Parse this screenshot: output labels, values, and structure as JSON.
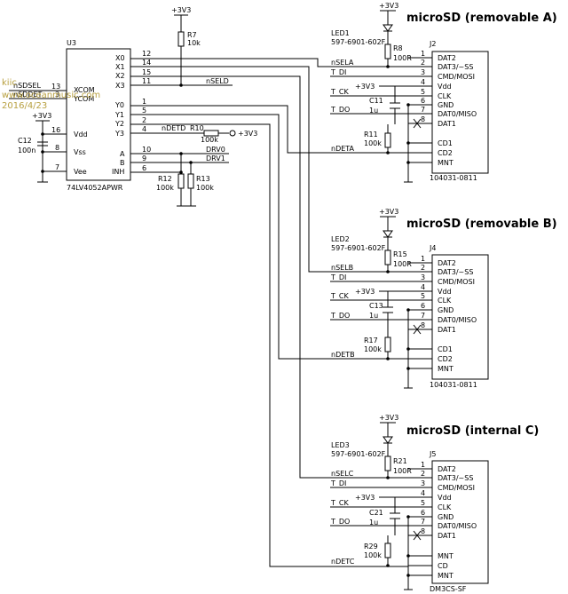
{
  "titles": {
    "a": "microSD (removable A)",
    "b": "microSD (removable B)",
    "c": "microSD (internal C)"
  },
  "watermark": {
    "line1": "kiic",
    "line2": "www.oceanmusic.com",
    "line3": "2016/4/23"
  },
  "power_label": "+3V3",
  "mux": {
    "ref": "U3",
    "part": "74LV4052APWR",
    "right_pins": [
      {
        "num": "12",
        "name": "X0"
      },
      {
        "num": "14",
        "name": "X1"
      },
      {
        "num": "15",
        "name": "X2"
      },
      {
        "num": "11",
        "name": "X3"
      },
      {
        "num": "1",
        "name": "Y0"
      },
      {
        "num": "5",
        "name": "Y1"
      },
      {
        "num": "2",
        "name": "Y2"
      },
      {
        "num": "4",
        "name": "Y3"
      },
      {
        "num": "10",
        "name": "A"
      },
      {
        "num": "9",
        "name": "B"
      },
      {
        "num": "6",
        "name": "INH"
      }
    ],
    "left_pins": [
      {
        "num": "13",
        "name": "XCOM",
        "net": "nSDSEL"
      },
      {
        "num": "3",
        "name": "YCOM",
        "net": "nSDDET"
      },
      {
        "num": "16",
        "name": "Vdd",
        "net": ""
      },
      {
        "num": "8",
        "name": "Vss",
        "net": ""
      },
      {
        "num": "7",
        "name": "Vee",
        "net": ""
      }
    ]
  },
  "parts": {
    "r7": {
      "ref": "R7",
      "value": "10k"
    },
    "r10": {
      "ref": "R10",
      "value": "100k"
    },
    "r12": {
      "ref": "R12",
      "value": "100k"
    },
    "r13": {
      "ref": "R13",
      "value": "100k"
    },
    "c12": {
      "ref": "C12",
      "value": "100n"
    }
  },
  "nets": {
    "nseld": "nSELD",
    "ndetd": "nDETD",
    "drv0": "DRV0",
    "drv1": "DRV1"
  },
  "slots": [
    {
      "led_ref": "LED1",
      "led_part": "597-6901-602F",
      "r_top_ref": "R8",
      "r_top_val": "100R",
      "r_det_ref": "R11",
      "r_det_val": "100k",
      "cap_ref": "C11",
      "cap_val": "1u",
      "conn_ref": "J2",
      "conn_part": "104031-0811",
      "sel_net": "nSELA",
      "det_net": "nDETA",
      "di_net": "T_DI",
      "ck_net": "T_CK",
      "do_net": "T_DO",
      "pins": [
        {
          "num": "1",
          "name": "DAT2"
        },
        {
          "num": "2",
          "name": "DAT3/~SS"
        },
        {
          "num": "3",
          "name": "CMD/MOSI"
        },
        {
          "num": "4",
          "name": "Vdd"
        },
        {
          "num": "5",
          "name": "CLK"
        },
        {
          "num": "6",
          "name": "GND"
        },
        {
          "num": "7",
          "name": "DAT0/MISO"
        },
        {
          "num": "8",
          "name": "DAT1"
        }
      ],
      "bottom_pins": [
        "CD1",
        "CD2",
        "MNT"
      ]
    },
    {
      "led_ref": "LED2",
      "led_part": "597-6901-602F",
      "r_top_ref": "R15",
      "r_top_val": "100R",
      "r_det_ref": "R17",
      "r_det_val": "100k",
      "cap_ref": "C13",
      "cap_val": "1u",
      "conn_ref": "J4",
      "conn_part": "104031-0811",
      "sel_net": "nSELB",
      "det_net": "nDETB",
      "di_net": "T_DI",
      "ck_net": "T_CK",
      "do_net": "T_DO",
      "pins": [
        {
          "num": "1",
          "name": "DAT2"
        },
        {
          "num": "2",
          "name": "DAT3/~SS"
        },
        {
          "num": "3",
          "name": "CMD/MOSI"
        },
        {
          "num": "4",
          "name": "Vdd"
        },
        {
          "num": "5",
          "name": "CLK"
        },
        {
          "num": "6",
          "name": "GND"
        },
        {
          "num": "7",
          "name": "DAT0/MISO"
        },
        {
          "num": "8",
          "name": "DAT1"
        }
      ],
      "bottom_pins": [
        "CD1",
        "CD2",
        "MNT"
      ]
    },
    {
      "led_ref": "LED3",
      "led_part": "597-6901-602F",
      "r_top_ref": "R21",
      "r_top_val": "100R",
      "r_det_ref": "R29",
      "r_det_val": "100k",
      "cap_ref": "C21",
      "cap_val": "1u",
      "conn_ref": "J5",
      "conn_part": "DM3CS-SF",
      "sel_net": "nSELC",
      "det_net": "nDETC",
      "di_net": "T_DI",
      "ck_net": "T_CK",
      "do_net": "T_DO",
      "pins": [
        {
          "num": "1",
          "name": "DAT2"
        },
        {
          "num": "2",
          "name": "DAT3/~SS"
        },
        {
          "num": "3",
          "name": "CMD/MOSI"
        },
        {
          "num": "4",
          "name": "Vdd"
        },
        {
          "num": "5",
          "name": "CLK"
        },
        {
          "num": "6",
          "name": "GND"
        },
        {
          "num": "7",
          "name": "DAT0/MISO"
        },
        {
          "num": "8",
          "name": "DAT1"
        }
      ],
      "bottom_pins": [
        "MNT",
        "CD",
        "MNT"
      ]
    }
  ]
}
